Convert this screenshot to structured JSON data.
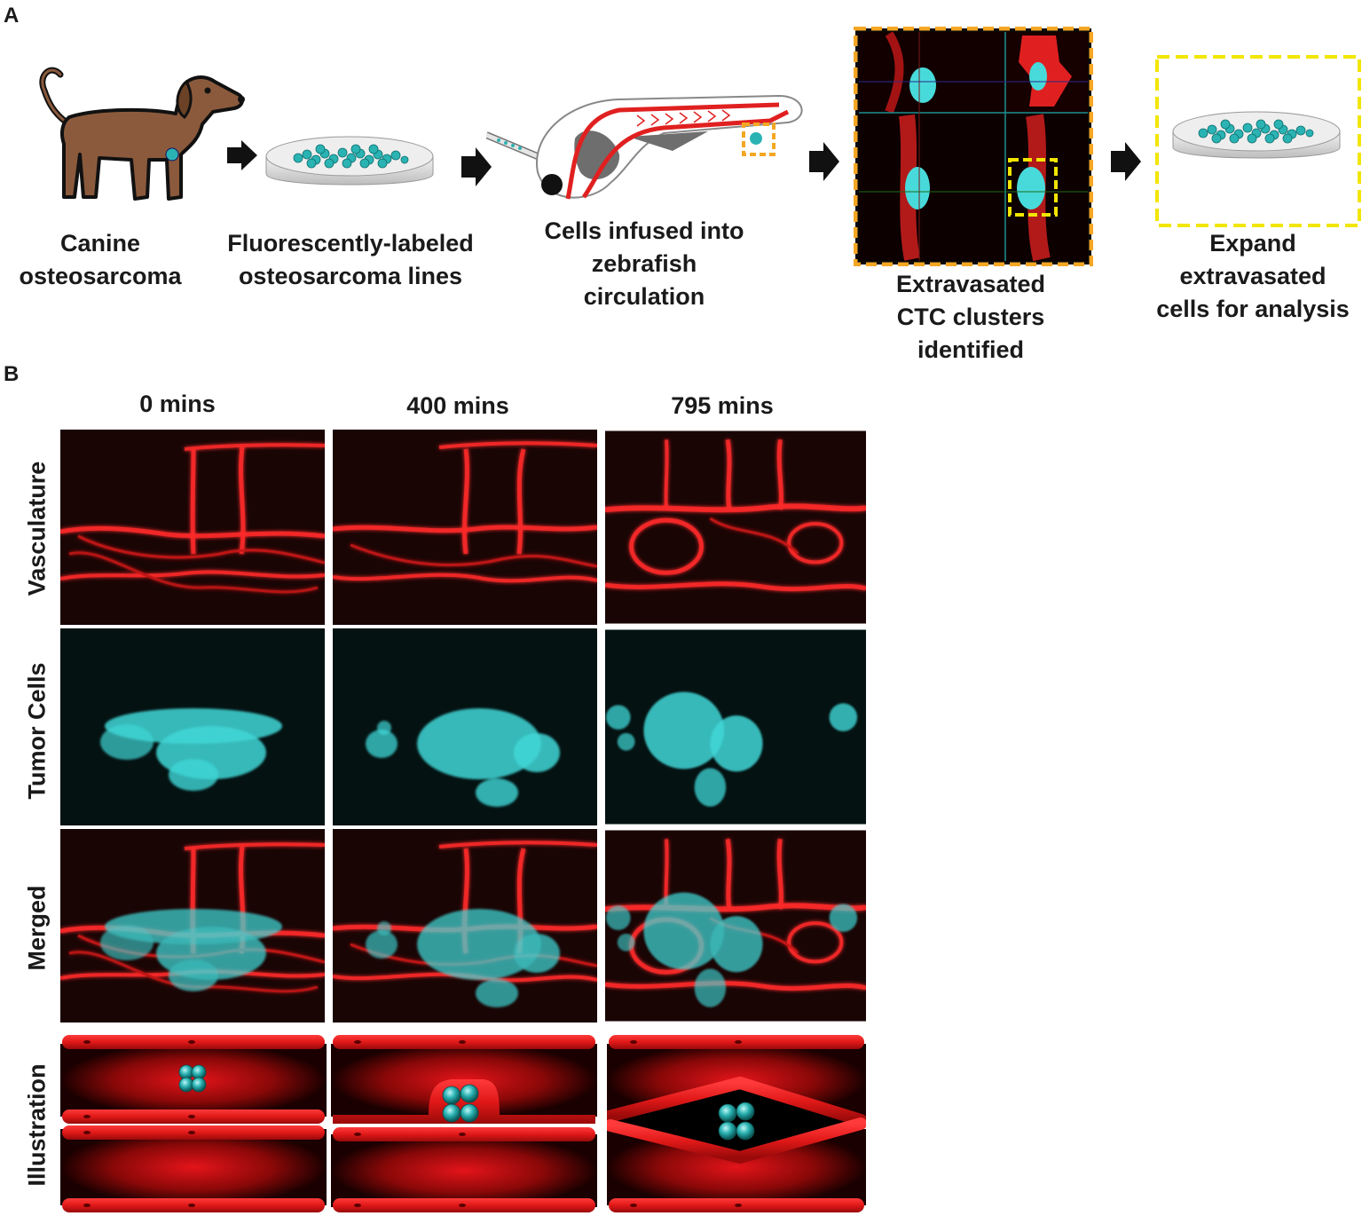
{
  "panel_a": {
    "letter": "A",
    "steps": [
      {
        "label_lines": [
          "Canine",
          "osteosarcoma"
        ],
        "icon": "dog-icon"
      },
      {
        "label_lines": [
          "Fluorescently-labeled",
          "osteosarcoma lines"
        ],
        "icon": "petri-dish-icon"
      },
      {
        "label_lines": [
          "Cells infused into",
          "zebrafish",
          "circulation"
        ],
        "icon": "zebrafish-icon"
      },
      {
        "label_lines": [
          "Extravasated",
          "CTC clusters",
          "identified"
        ],
        "icon": "confocal-image"
      },
      {
        "label_lines": [
          "Expand",
          "extravasated",
          "cells for analysis"
        ],
        "icon": "petri-dish-icon"
      }
    ],
    "colors": {
      "orange_box": "#f5a623",
      "yellow_box": "#f2e600",
      "cell_teal": "#2bb3b3",
      "vessel_red": "#e02020"
    }
  },
  "panel_b": {
    "letter": "B",
    "timepoints": [
      "0 mins",
      "400 mins",
      "795 mins"
    ],
    "rows": [
      "Vasculature",
      "Tumor Cells",
      "Merged",
      "Illustration"
    ],
    "colors": {
      "vessel": "#ff2a2a",
      "tumor": "#3fd6d6",
      "background": "#140404"
    }
  }
}
